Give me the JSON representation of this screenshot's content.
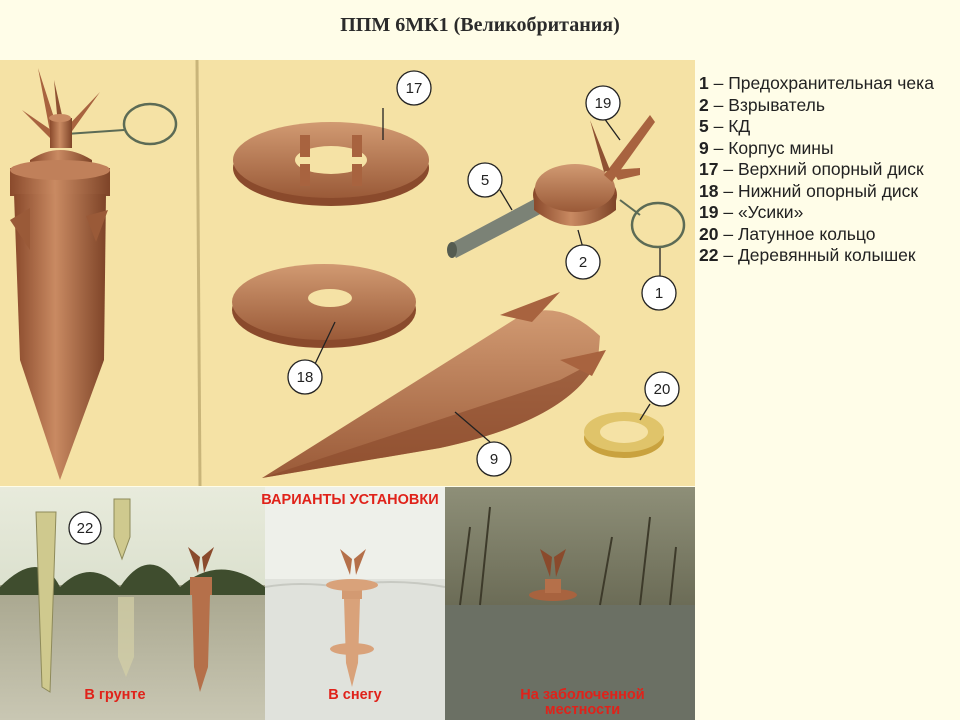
{
  "title": "ППМ 6МК1 (Великобритания)",
  "legend": [
    {
      "num": "1",
      "text": "– Предохранительная чека"
    },
    {
      "num": "2",
      "text": "– Взрыватель"
    },
    {
      "num": "5",
      "text": "– КД"
    },
    {
      "num": "9",
      "text": "– Корпус мины"
    },
    {
      "num": "17",
      "text": "– Верхний опорный диск"
    },
    {
      "num": "18",
      "text": "– Нижний опорный диск"
    },
    {
      "num": "19",
      "text": "– «Усики»"
    },
    {
      "num": "20",
      "text": "– Латунное кольцо"
    },
    {
      "num": "22",
      "text": "– Деревянный колышек"
    }
  ],
  "callouts": {
    "c17": "17",
    "c19": "19",
    "c5": "5",
    "c2": "2",
    "c1": "1",
    "c18": "18",
    "c20": "20",
    "c9": "9",
    "c22": "22"
  },
  "variants": {
    "title": "ВАРИАНТЫ УСТАНОВКИ",
    "ground": "В грунте",
    "snow": "В снегу",
    "swamp": "На заболоченной местности"
  },
  "colors": {
    "accent": "#e0221a",
    "copper": "#b5704a",
    "paper": "#f5e2a5"
  }
}
